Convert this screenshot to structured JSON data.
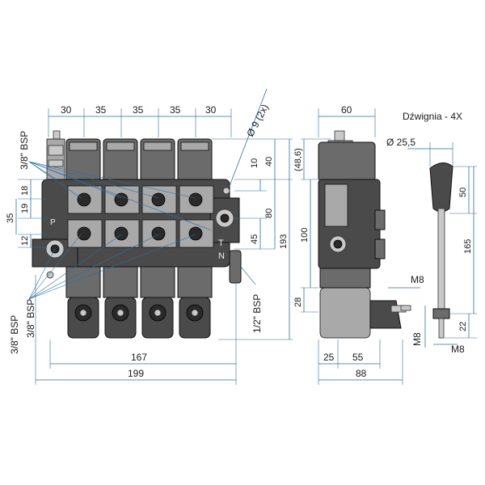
{
  "title": "Dźwignia - 4X",
  "front_view": {
    "top_dims": [
      "30",
      "35",
      "35",
      "35",
      "30"
    ],
    "diameter_label": "Ø 9 (2x)",
    "left_dims": [
      "18",
      "19",
      "35",
      "12"
    ],
    "left_port_top": "3/8\" BSP",
    "left_port_bottom_a": "3/8\" BSP",
    "left_port_bottom_b": "3/8\" BSP",
    "right_dims": [
      "10",
      "40",
      "80",
      "45",
      "193"
    ],
    "right_port": "1/2\" BSP",
    "bottom_dims": [
      "167",
      "199"
    ],
    "port_letters": [
      "P",
      "T",
      "N"
    ]
  },
  "side_view": {
    "top_dim": "60",
    "height_dims": [
      "(48,6)",
      "100",
      "28"
    ],
    "bottom_dims": [
      "25",
      "55",
      "88"
    ]
  },
  "lever": {
    "diameter": "Ø 25,5",
    "dims": [
      "50",
      "165",
      "22"
    ],
    "thread_labels": [
      "M8",
      "M8",
      "M8"
    ]
  }
}
